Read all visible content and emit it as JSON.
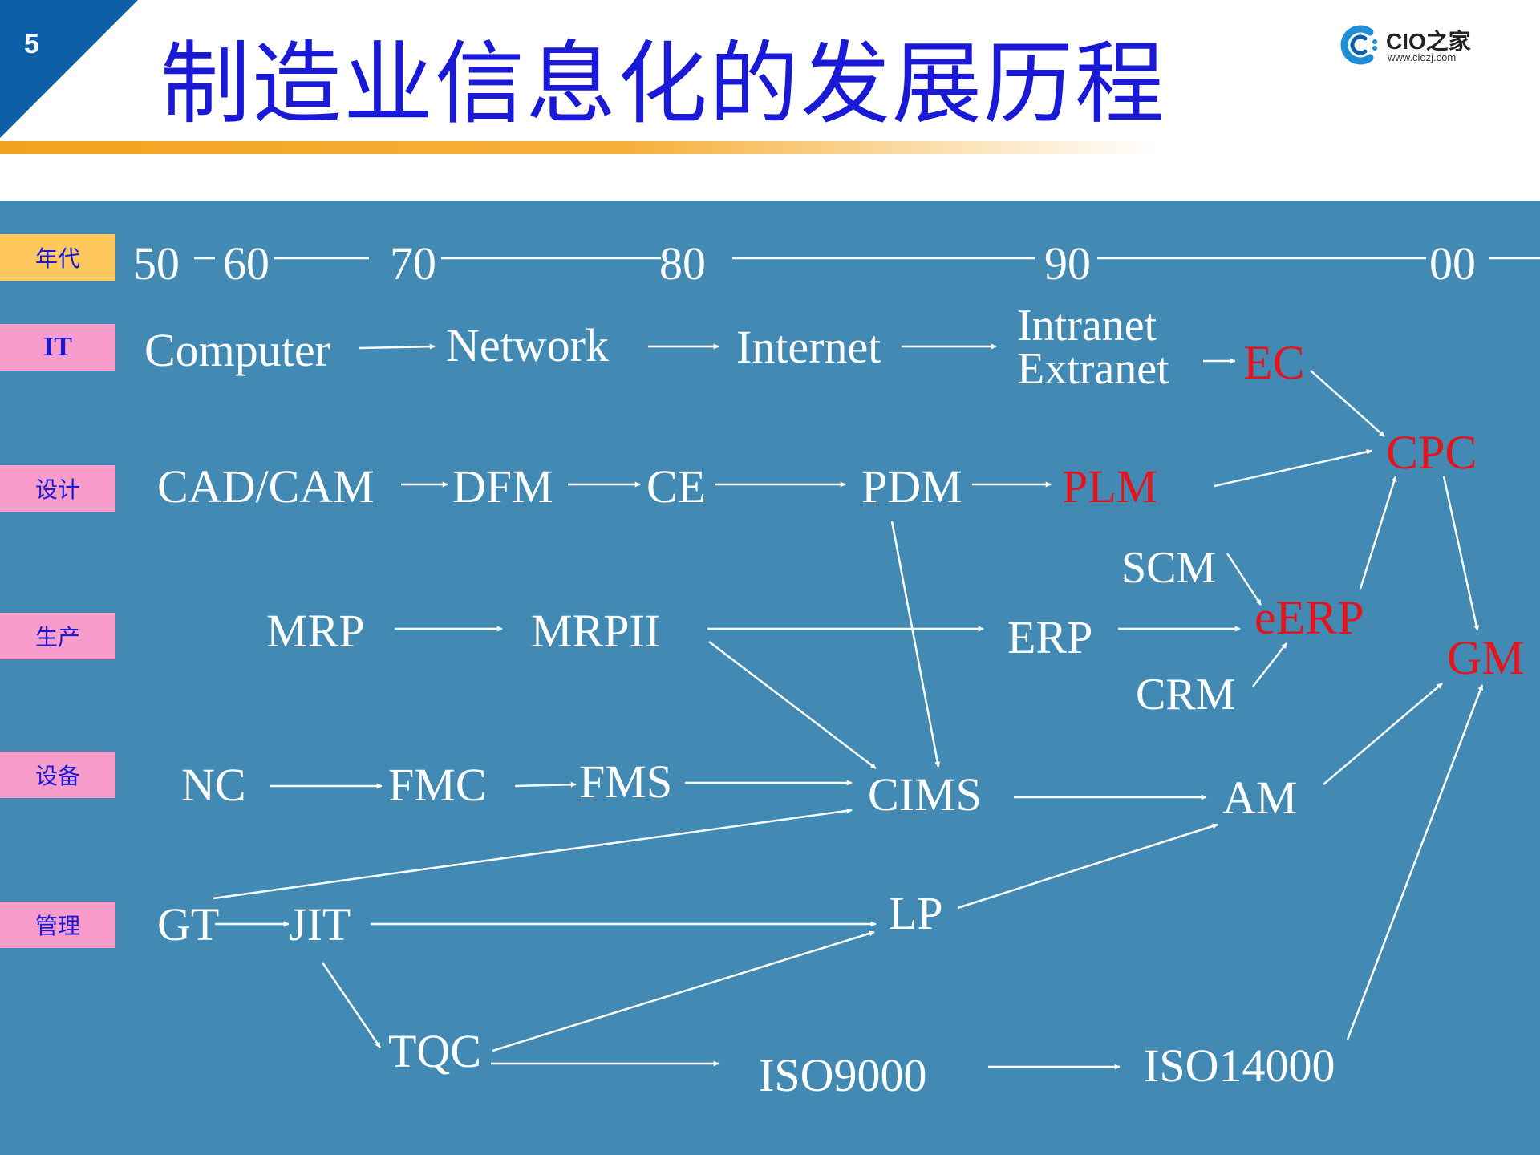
{
  "slide": {
    "number": "5",
    "title": "制造业信息化的发展历程"
  },
  "logo": {
    "name": "CIO之家",
    "url": "www.ciozj.com"
  },
  "colors": {
    "corner": "#0d5fa8",
    "panel": "#428ab3",
    "title": "#1a1ad6",
    "highlight": "#e4141c",
    "text": "#ffffff"
  },
  "rows": [
    {
      "key": "era",
      "label": "年代"
    },
    {
      "key": "it",
      "label": "IT"
    },
    {
      "key": "design",
      "label": "设计"
    },
    {
      "key": "production",
      "label": "生产"
    },
    {
      "key": "equipment",
      "label": "设备"
    },
    {
      "key": "management",
      "label": "管理"
    }
  ],
  "nodes": [
    {
      "id": "y50",
      "text": "50"
    },
    {
      "id": "y60",
      "text": "60"
    },
    {
      "id": "y70",
      "text": "70"
    },
    {
      "id": "y80",
      "text": "80"
    },
    {
      "id": "y90",
      "text": "90"
    },
    {
      "id": "y00",
      "text": "00"
    },
    {
      "id": "computer",
      "text": "Computer"
    },
    {
      "id": "network",
      "text": "Network"
    },
    {
      "id": "internet",
      "text": "Internet"
    },
    {
      "id": "intranet",
      "text": "Intranet"
    },
    {
      "id": "extranet",
      "text": "Extranet"
    },
    {
      "id": "ec",
      "text": "EC",
      "highlight": true
    },
    {
      "id": "cadcam",
      "text": "CAD/CAM"
    },
    {
      "id": "dfm",
      "text": "DFM"
    },
    {
      "id": "ce",
      "text": "CE"
    },
    {
      "id": "pdm",
      "text": "PDM"
    },
    {
      "id": "plm",
      "text": "PLM",
      "highlight": true
    },
    {
      "id": "cpc",
      "text": "CPC",
      "highlight": true
    },
    {
      "id": "scm",
      "text": "SCM"
    },
    {
      "id": "eerp",
      "text": "eERP",
      "highlight": true
    },
    {
      "id": "crm",
      "text": "CRM"
    },
    {
      "id": "mrp",
      "text": "MRP"
    },
    {
      "id": "mrpii",
      "text": "MRPII"
    },
    {
      "id": "erp",
      "text": "ERP"
    },
    {
      "id": "gm",
      "text": "GM",
      "highlight": true
    },
    {
      "id": "nc",
      "text": "NC"
    },
    {
      "id": "fmc",
      "text": "FMC"
    },
    {
      "id": "fms",
      "text": "FMS"
    },
    {
      "id": "cims",
      "text": "CIMS"
    },
    {
      "id": "am",
      "text": "AM"
    },
    {
      "id": "gt",
      "text": "GT"
    },
    {
      "id": "jit",
      "text": "JIT"
    },
    {
      "id": "lp",
      "text": "LP"
    },
    {
      "id": "tqc",
      "text": "TQC"
    },
    {
      "id": "iso9000",
      "text": "ISO9000"
    },
    {
      "id": "iso14000",
      "text": "ISO14000"
    }
  ],
  "edges": [
    [
      "computer",
      "network"
    ],
    [
      "network",
      "internet"
    ],
    [
      "internet",
      "intranet"
    ],
    [
      "extranet",
      "ec"
    ],
    [
      "ec",
      "cpc"
    ],
    [
      "cadcam",
      "dfm"
    ],
    [
      "dfm",
      "ce"
    ],
    [
      "ce",
      "pdm"
    ],
    [
      "pdm",
      "plm"
    ],
    [
      "plm",
      "cpc"
    ],
    [
      "pdm",
      "cims"
    ],
    [
      "mrp",
      "mrpii"
    ],
    [
      "mrpii",
      "erp"
    ],
    [
      "mrpii",
      "cims"
    ],
    [
      "erp",
      "eerp"
    ],
    [
      "scm",
      "eerp"
    ],
    [
      "crm",
      "eerp"
    ],
    [
      "eerp",
      "cpc"
    ],
    [
      "cpc",
      "gm"
    ],
    [
      "nc",
      "fmc"
    ],
    [
      "fmc",
      "fms"
    ],
    [
      "fms",
      "cims"
    ],
    [
      "cims",
      "am"
    ],
    [
      "am",
      "gm"
    ],
    [
      "gt",
      "jit"
    ],
    [
      "gt",
      "cims"
    ],
    [
      "jit",
      "lp"
    ],
    [
      "jit",
      "tqc"
    ],
    [
      "tqc",
      "lp"
    ],
    [
      "lp",
      "am"
    ],
    [
      "tqc",
      "iso9000"
    ],
    [
      "iso9000",
      "iso14000"
    ],
    [
      "iso14000",
      "gm"
    ]
  ]
}
